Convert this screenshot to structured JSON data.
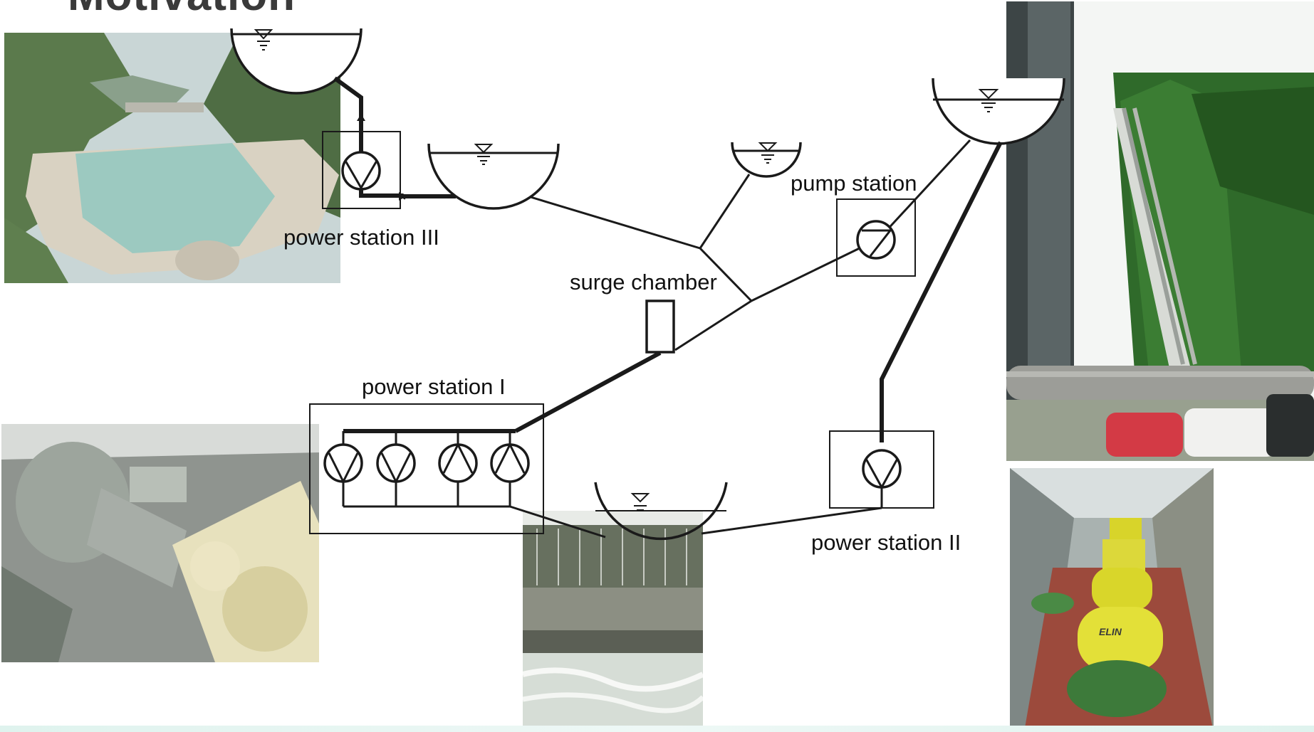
{
  "slide": {
    "title": "Motivation"
  },
  "labels": {
    "power_station_3": "power station III",
    "pump_station": "pump station",
    "surge_chamber": "surge chamber",
    "power_station_1": "power station I",
    "power_station_2": "power station II"
  },
  "photos": {
    "reservoir": "dam-reservoir-photo",
    "penstock": "penstock-pipes-photo",
    "turbine": "turbine-machinery-photo",
    "outflow": "tailrace-outflow-photo",
    "hall": "generator-hall-photo",
    "hall_generator_text": "ELIN"
  },
  "colors": {
    "line": "#1a1a1a",
    "title": "#3a3a3a",
    "water": "#9cc9c0",
    "forest": "#2f6a2a",
    "generator_yellow": "#d9d62a"
  }
}
